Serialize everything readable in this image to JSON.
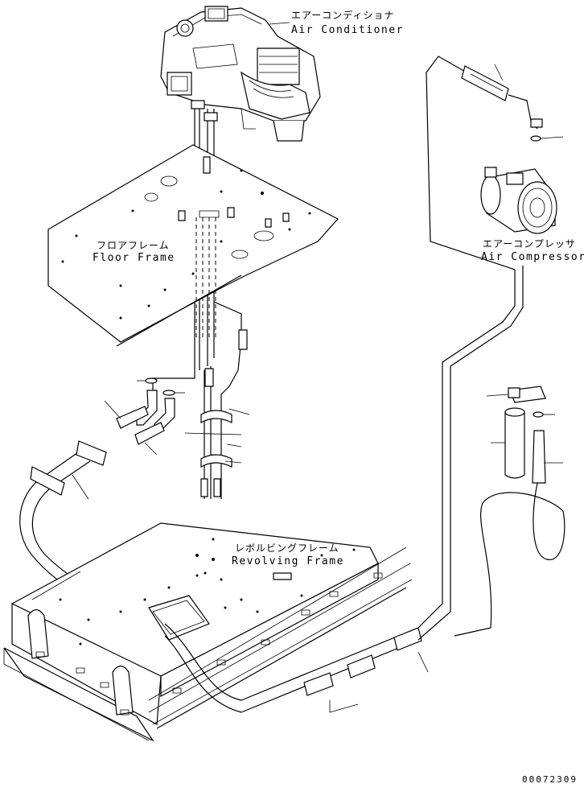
{
  "labels": {
    "air_conditioner": {
      "jp": "エアーコンディショナ",
      "en": "Air Conditioner"
    },
    "air_compressor": {
      "jp": "エアーコンプレッサ",
      "en": "Air Compressor"
    },
    "floor_frame": {
      "jp": "フロアフレーム",
      "en": "Floor Frame"
    },
    "revolving_frame": {
      "jp": "レボルビングフレーム",
      "en": "Revolving Frame"
    }
  },
  "drawing_code": "00072309"
}
